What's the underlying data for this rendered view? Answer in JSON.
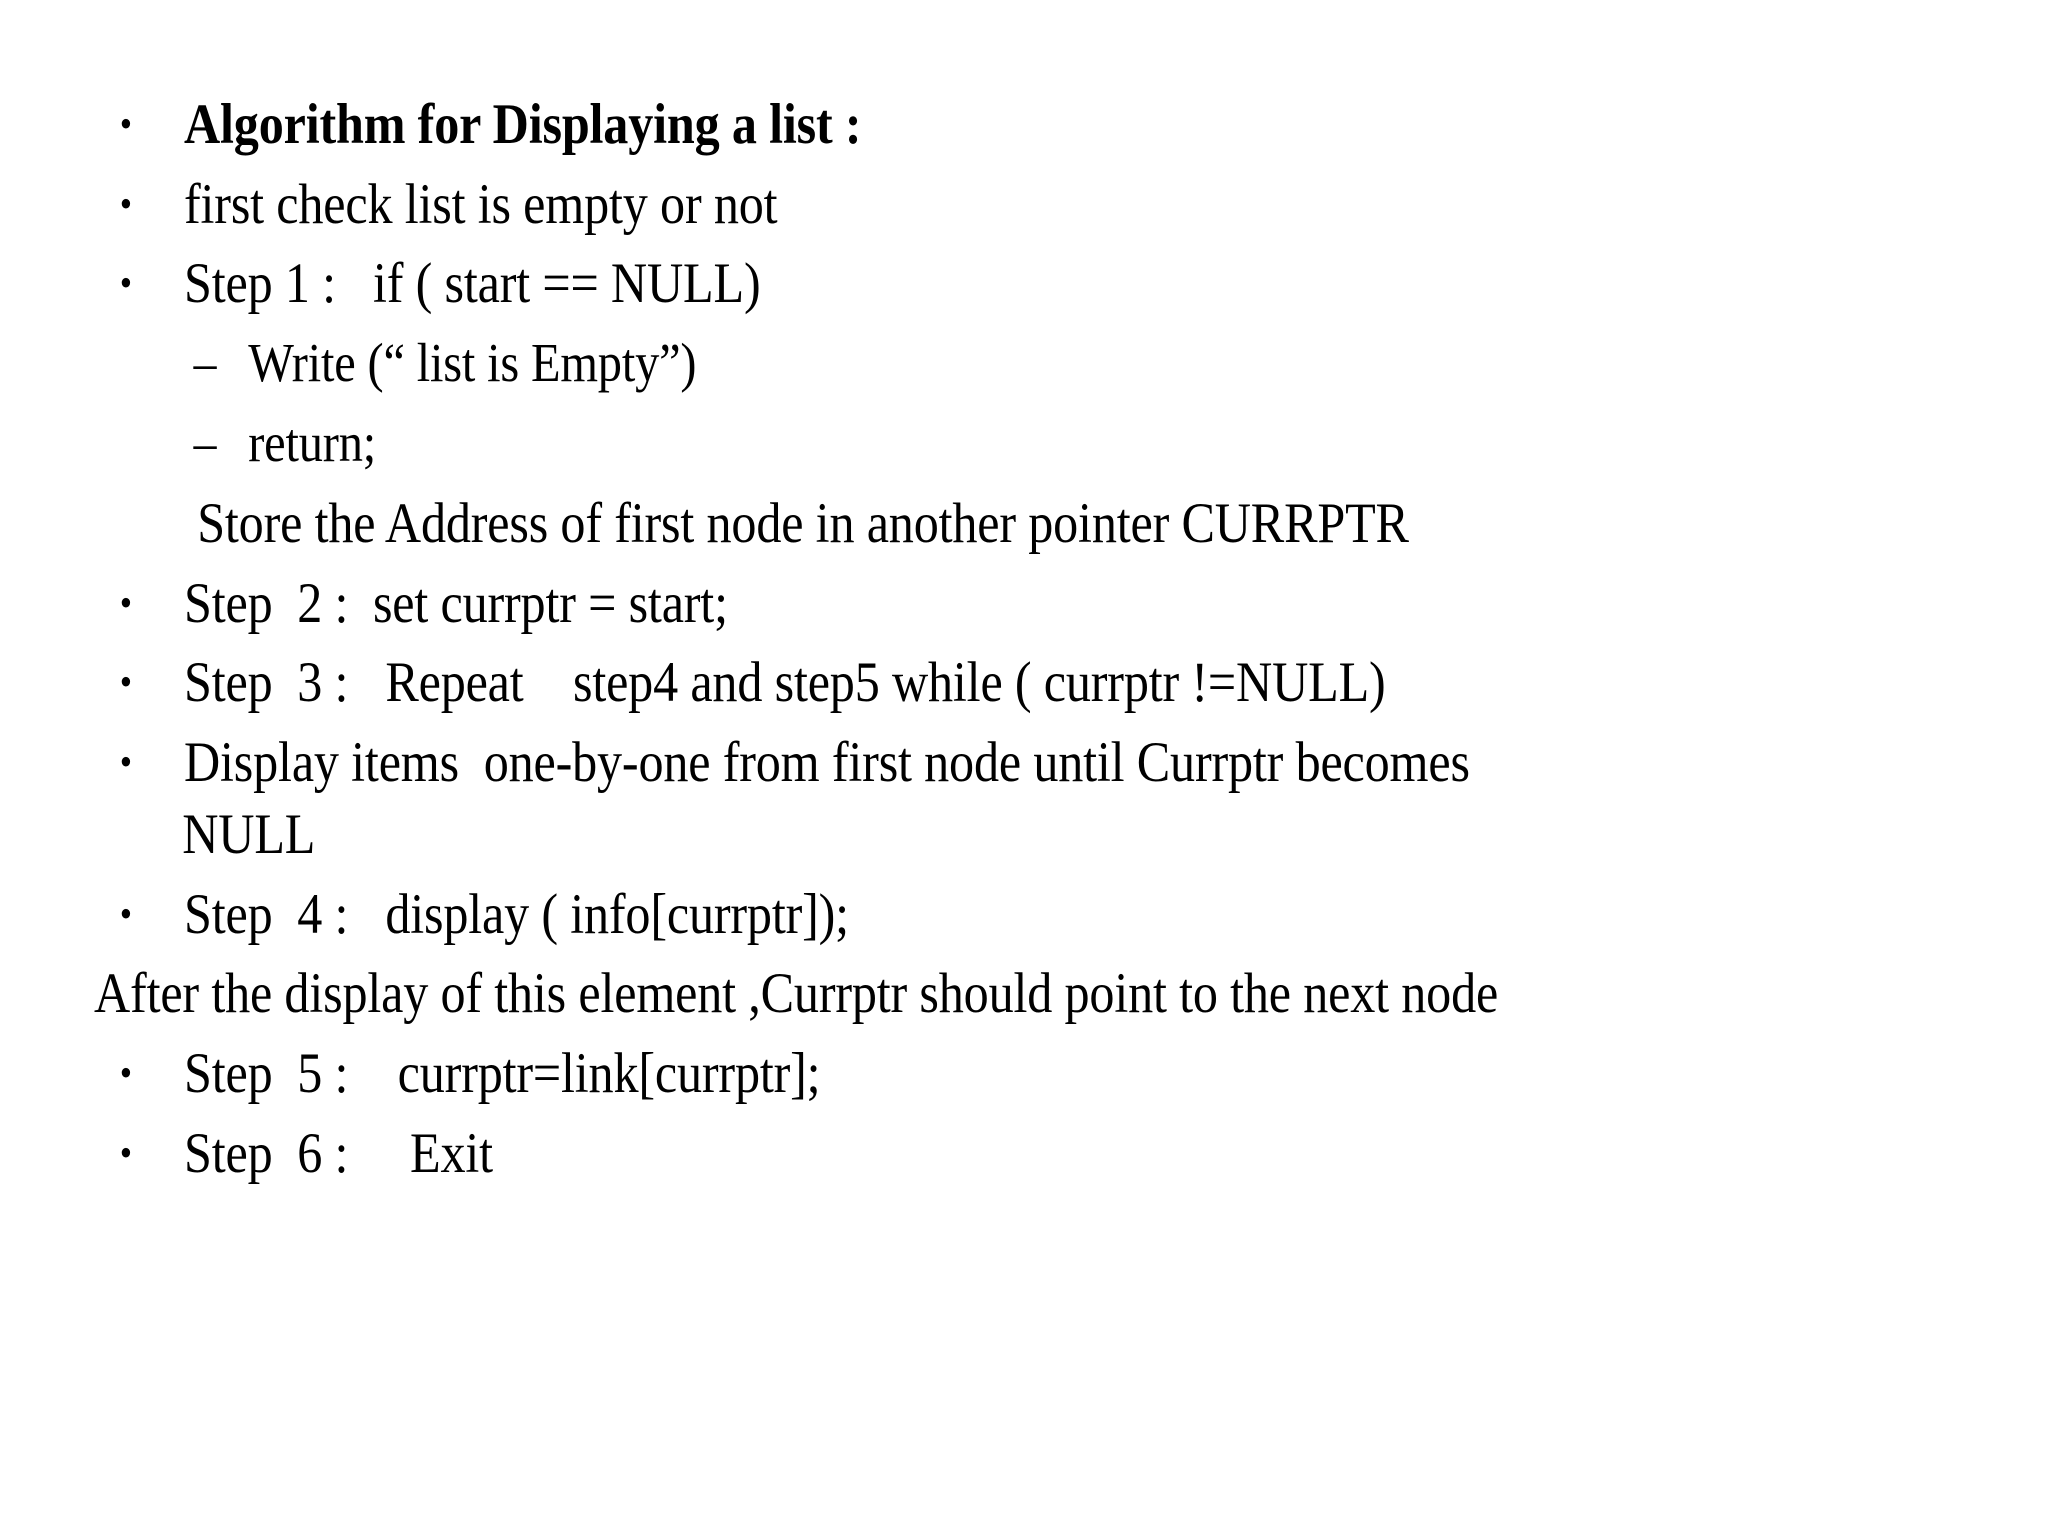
{
  "slide": {
    "title": "Algorithm for Displaying a list :",
    "background_color": "#ffffff",
    "text_color": "#000000",
    "bullet_glyph": "•",
    "dash_glyph": "–",
    "lines": [
      {
        "id": "title-line",
        "marker": "bullet",
        "level": 1,
        "bold": true,
        "text": "Algorithm for Displaying a list :"
      },
      {
        "id": "check-empty",
        "marker": "bullet",
        "level": 1,
        "bold": false,
        "text": "first check list is empty or not"
      },
      {
        "id": "step-1",
        "marker": "bullet",
        "level": 1,
        "bold": false,
        "text": "Step 1 :   if ( start == NULL)"
      },
      {
        "id": "write-list-is-empty",
        "marker": "dash",
        "level": 2,
        "bold": false,
        "text": "Write (“ list is Empty”)"
      },
      {
        "id": "return-stmt",
        "marker": "dash",
        "level": 2,
        "bold": false,
        "text": "return;"
      },
      {
        "id": "store-address-note",
        "marker": "none",
        "level": 2,
        "bold": false,
        "text": "Store the Address of first node in another pointer CURRPTR"
      },
      {
        "id": "step-2",
        "marker": "bullet",
        "level": 1,
        "bold": false,
        "text": "Step  2 :  set currptr = start;"
      },
      {
        "id": "step-3",
        "marker": "bullet",
        "level": 1,
        "bold": false,
        "text": "Step  3 :   Repeat    step4 and step5 while ( currptr !=NULL)"
      },
      {
        "id": "display-items",
        "marker": "bullet",
        "level": 1,
        "bold": false,
        "text": "Display items  one-by-one from first node until Currptr becomes"
      },
      {
        "id": "display-items-wrap",
        "marker": "wrap",
        "level": 1,
        "bold": false,
        "text": "NULL"
      },
      {
        "id": "step-4",
        "marker": "bullet",
        "level": 1,
        "bold": false,
        "text": "Step  4 :   display ( info[currptr]);"
      },
      {
        "id": "after-display-note",
        "marker": "flush",
        "level": 1,
        "bold": false,
        "text": "After the display of this element ,Currptr should point to the next node"
      },
      {
        "id": "step-5",
        "marker": "bullet",
        "level": 1,
        "bold": false,
        "text": "Step  5 :    currptr=link[currptr];"
      },
      {
        "id": "step-6",
        "marker": "bullet",
        "level": 1,
        "bold": false,
        "text": "Step  6 :     Exit"
      }
    ]
  }
}
